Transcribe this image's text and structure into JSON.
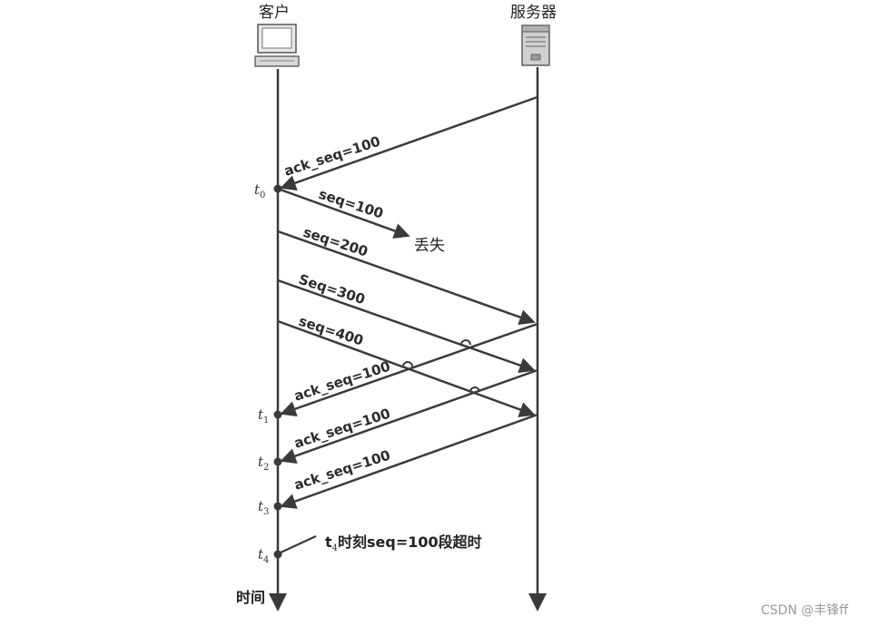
{
  "client": {
    "label": "客户",
    "icon": "computer-icon"
  },
  "server": {
    "label": "服务器",
    "icon": "server-icon"
  },
  "time_axis_label": "时间",
  "messages": {
    "ack_initial": "ack_seq=100",
    "seq100": "seq=100",
    "lost": "丢失",
    "seq200": "seq=200",
    "seq300": "Seq=300",
    "seq400": "seq=400",
    "ack1": "ack_seq=100",
    "ack2": "ack_seq=100",
    "ack3": "ack_seq=100"
  },
  "time_points": {
    "t0": {
      "base": "t",
      "sub": "0"
    },
    "t1": {
      "base": "t",
      "sub": "1"
    },
    "t2": {
      "base": "t",
      "sub": "2"
    },
    "t3": {
      "base": "t",
      "sub": "3"
    },
    "t4": {
      "base": "t",
      "sub": "4"
    }
  },
  "timeout_note": {
    "prefix": "t",
    "sub": "4",
    "text": "时刻seq=100段超时"
  },
  "watermark": "CSDN @丰锋ff",
  "colors": {
    "line": "#3a3a3a",
    "arrow": "#3a3a3a"
  }
}
